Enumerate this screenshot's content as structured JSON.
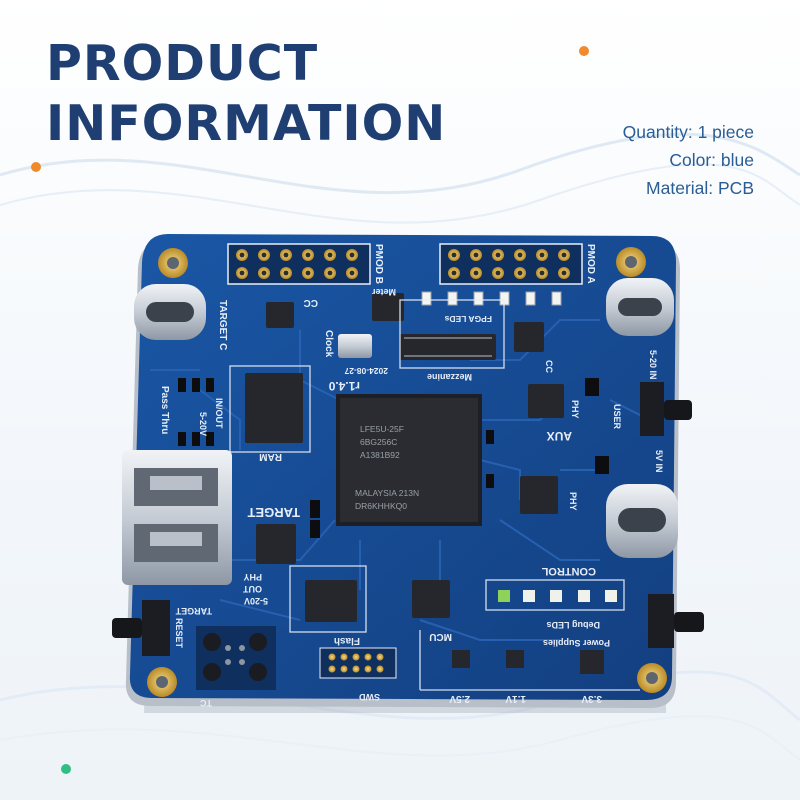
{
  "heading": {
    "line1": "PRODUCT",
    "line2": "INFORMATION"
  },
  "specs": [
    {
      "label": "Quantity",
      "value": "1 piece",
      "text": "Quantity: 1 piece"
    },
    {
      "label": "Color",
      "value": "blue",
      "text": "Color: blue"
    },
    {
      "label": "Material",
      "value": "PCB",
      "text": "Material: PCB"
    }
  ],
  "board_labels": {
    "pmod_b": "PMOD B",
    "pmod_a": "PMOD A",
    "meter": "Meter",
    "cc_top": "CC",
    "target_c": "TARGET C",
    "clock": "Clock",
    "date": "2024-08-27",
    "version": "r1.4.0",
    "fpga_leds": "FPGA LEDs",
    "mezzanine": "Mezzanine",
    "cc_right": "CC",
    "phy_top": "PHY",
    "aux": "AUX",
    "user": "USER",
    "in_5_20": "5-20 IN",
    "in_5v": "5V IN",
    "ram": "RAM",
    "in_out": "IN/OUT",
    "range_5_20v": "5-20V",
    "pass_thru": "Pass Thru",
    "target_big": "TARGET",
    "phy_left": "PHY",
    "out": "OUT",
    "target_small": "TARGET",
    "reset": "RESET",
    "tc": "TC",
    "flash": "Flash",
    "mcu": "MCU",
    "swd": "SWD",
    "phy_right": "PHY",
    "control": "CONTROL",
    "debug_leds": "Debug LEDs",
    "power_supplies": "Power Supplies",
    "v25": "2.5V",
    "v11": "1.1V",
    "v33": "3.3V",
    "chip_l1": "LFE5U-25F",
    "chip_l2": "6BG256C",
    "chip_l3": "A1381B92",
    "chip_l4": "MALAYSIA 213N",
    "chip_l5": "DR6KHHKQ0"
  },
  "colors": {
    "title": "#1f3f73",
    "specs_text": "#2a5d95",
    "pcb_blue": "#164a93",
    "pcb_trace": "#2a63b4",
    "silkscreen": "#e8eef8",
    "gold": "#d9b24a",
    "accent_orange": "#f08a2c",
    "accent_green": "#2fbf85"
  }
}
